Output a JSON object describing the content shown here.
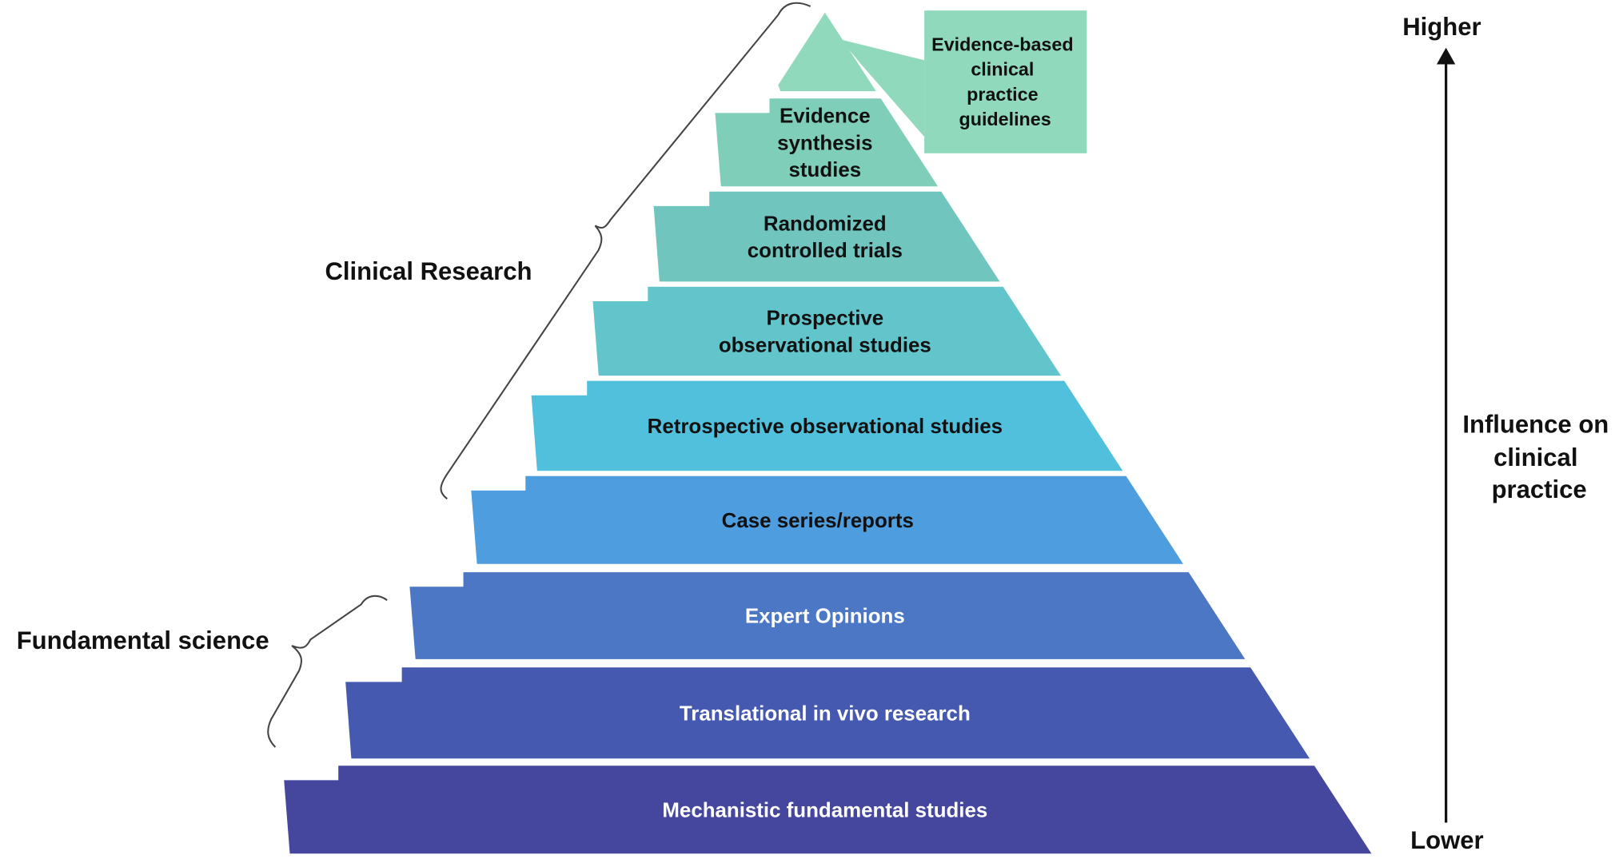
{
  "tiers": [
    {
      "lines": [
        "Evidence",
        "synthesis",
        "studies"
      ],
      "color": "#7fceb9",
      "text_color": "#111111"
    },
    {
      "lines": [
        "Randomized",
        "controlled trials"
      ],
      "color": "#70c6bf",
      "text_color": "#111111"
    },
    {
      "lines": [
        "Prospective",
        "observational studies"
      ],
      "color": "#62c5cb",
      "text_color": "#111111"
    },
    {
      "lines": [
        "Retrospective observational studies"
      ],
      "color": "#50c0dc",
      "text_color": "#111111"
    },
    {
      "lines": [
        "Case series/reports"
      ],
      "color": "#4e9ddf",
      "text_color": "#111111"
    },
    {
      "lines": [
        "Expert Opinions"
      ],
      "color": "#4b77c5",
      "text_color": "#ffffff"
    },
    {
      "lines": [
        "Translational in vivo research"
      ],
      "color": "#4659b1",
      "text_color": "#ffffff"
    },
    {
      "lines": [
        "Mechanistic fundamental studies"
      ],
      "color": "#45469e",
      "text_color": "#ffffff"
    }
  ],
  "apex": {
    "color": "#90d9bd",
    "callout_lines": [
      "Evidence-based",
      "clinical",
      "practice",
      "guidelines"
    ]
  },
  "groups": {
    "clinical": "Clinical Research",
    "fundamental": "Fundamental science"
  },
  "axis": {
    "top": "Higher",
    "bottom": "Lower",
    "label_lines": [
      "Influence on",
      "clinical",
      "practice"
    ]
  }
}
